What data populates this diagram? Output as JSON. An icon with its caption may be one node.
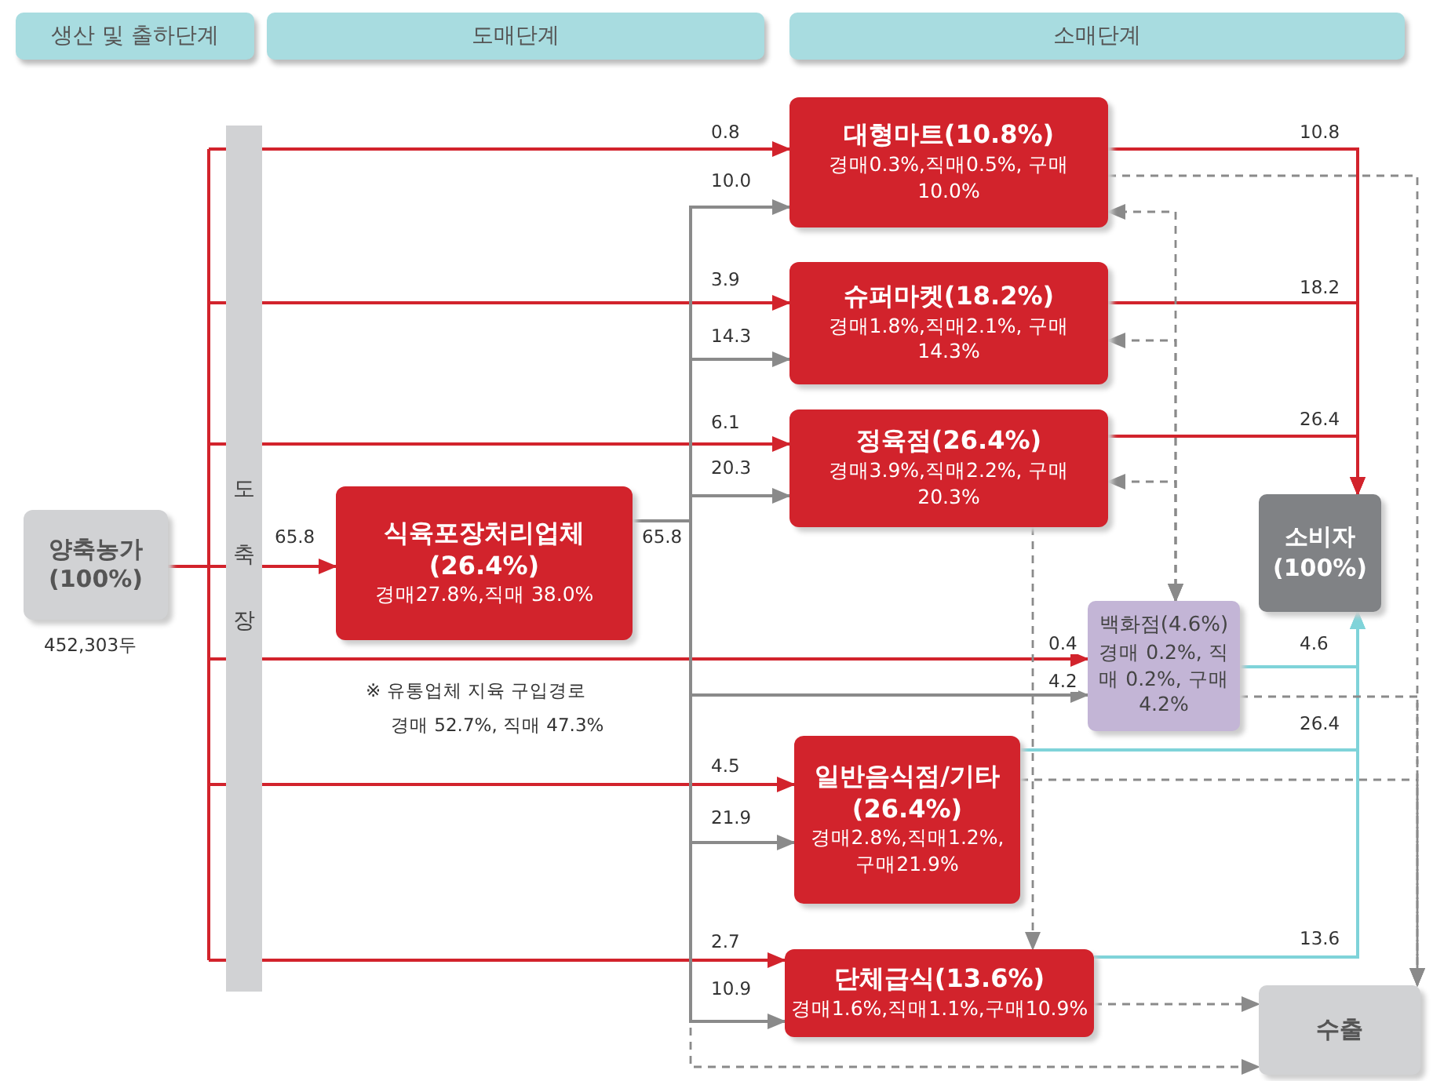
{
  "diagram": {
    "nodes": [
      {
        "text": [
          "생산 및 출하단계"
        ]
      },
      {
        "text": [
          "도매단계"
        ]
      },
      {
        "text": [
          "소매단계"
        ]
      },
      {
        "text": [
          "양축농가 (100%)"
        ],
        "beside": [
          "452,303두"
        ]
      },
      {
        "text": [
          "도축장"
        ]
      },
      {
        "text": [
          "식육포장처리업체 (26.4%)",
          "경매27.8%,직매 38.0%"
        ]
      },
      {
        "text": [
          "대형마트(10.8%)",
          "경매0.3%,직매0.5%, 구매10.0%"
        ]
      },
      {
        "text": [
          "슈퍼마켓(18.2%)",
          "경매1.8%,직매2.1%, 구매14.3%"
        ]
      },
      {
        "text": [
          "정육점(26.4%)",
          "경매3.9%,직매2.2%, 구매20.3%"
        ]
      },
      {
        "text": [
          "백화점(4.6%)",
          "경매 0.2%, 직매 0.2%, 구매 4.2%"
        ]
      },
      {
        "text": [
          "일반음식점/기타 (26.4%)",
          "경매2.8%,직매1.2%, 구매21.9%"
        ]
      },
      {
        "text": [
          "단체급식(13.6%)",
          "경매1.6%,직매1.1%,구매10.9%"
        ]
      },
      {
        "text": [
          "소비자 (100%)"
        ]
      },
      {
        "text": [
          "수출"
        ]
      }
    ],
    "edges": [
      {
        "from": 3,
        "to": 4,
        "arrow": "none",
        "color": "#d2232c"
      },
      {
        "from": 4,
        "to": 6,
        "arrow": "to",
        "label": "0.8",
        "color": "#d2232c"
      },
      {
        "from": 4,
        "to": 7,
        "arrow": "to",
        "label": "3.9",
        "color": "#d2232c"
      },
      {
        "from": 4,
        "to": 8,
        "arrow": "to",
        "label": "6.1",
        "color": "#d2232c"
      },
      {
        "from": 4,
        "to": 5,
        "arrow": "to",
        "label": "65.8",
        "color": "#d2232c"
      },
      {
        "from": 4,
        "to": 9,
        "arrow": "to",
        "label": "0.4",
        "color": "#d2232c"
      },
      {
        "from": 4,
        "to": 10,
        "arrow": "to",
        "label": "4.5",
        "color": "#d2232c"
      },
      {
        "from": 4,
        "to": 11,
        "arrow": "to",
        "label": "2.7",
        "color": "#d2232c"
      },
      {
        "from": 5,
        "to": 6,
        "arrow": "to",
        "label": "10.0",
        "color": "#8a8a8a"
      },
      {
        "from": 5,
        "to": 7,
        "arrow": "to",
        "label": "14.3",
        "color": "#8a8a8a"
      },
      {
        "from": 5,
        "to": 8,
        "arrow": "to",
        "label": "20.3",
        "color": "#8a8a8a"
      },
      {
        "from": 5,
        "to": 9,
        "arrow": "to",
        "label": "4.2",
        "color": "#8a8a8a"
      },
      {
        "from": 5,
        "to": 10,
        "arrow": "to",
        "label": "21.9",
        "color": "#8a8a8a"
      },
      {
        "from": 5,
        "to": 11,
        "arrow": "to",
        "label": "10.9",
        "color": "#8a8a8a"
      },
      {
        "from": 6,
        "to": 12,
        "arrow": "to",
        "label": "10.8",
        "color": "#d2232c"
      },
      {
        "from": 7,
        "to": 12,
        "arrow": "to",
        "label": "18.2",
        "color": "#d2232c"
      },
      {
        "from": 8,
        "to": 12,
        "arrow": "to",
        "label": "26.4",
        "color": "#d2232c"
      },
      {
        "from": 9,
        "to": 12,
        "arrow": "to",
        "label": "4.6",
        "color": "#7fd3d9"
      },
      {
        "from": 10,
        "to": 12,
        "arrow": "to",
        "label": "26.4",
        "color": "#7fd3d9"
      },
      {
        "from": 11,
        "to": 12,
        "arrow": "to",
        "label": "13.6",
        "color": "#7fd3d9"
      },
      {
        "from": 9,
        "to": 6,
        "arrow": "both",
        "style": "dashed",
        "color": "#8a8a8a"
      },
      {
        "from": 9,
        "to": 7,
        "arrow": "both",
        "style": "dashed",
        "color": "#8a8a8a"
      },
      {
        "from": 9,
        "to": 8,
        "arrow": "both",
        "style": "dashed",
        "color": "#8a8a8a"
      },
      {
        "from": 8,
        "to": 11,
        "arrow": "to",
        "style": "dashed",
        "color": "#8a8a8a"
      },
      {
        "from": 6,
        "to": 13,
        "arrow": "to",
        "style": "dashed",
        "color": "#8a8a8a"
      },
      {
        "from": 9,
        "to": 13,
        "arrow": "to",
        "style": "dashed",
        "color": "#8a8a8a"
      },
      {
        "from": 10,
        "to": 13,
        "arrow": "to",
        "style": "dashed",
        "color": "#8a8a8a"
      },
      {
        "from": 11,
        "to": 13,
        "arrow": "to",
        "style": "dashed",
        "color": "#8a8a8a"
      },
      {
        "from": 5,
        "to": 13,
        "arrow": "to",
        "style": "dashed",
        "color": "#8a8a8a"
      }
    ],
    "labels": [
      "65.8",
      "※ 유통업체 지육 구입경로",
      "경매 52.7%, 직매 47.3%"
    ]
  }
}
